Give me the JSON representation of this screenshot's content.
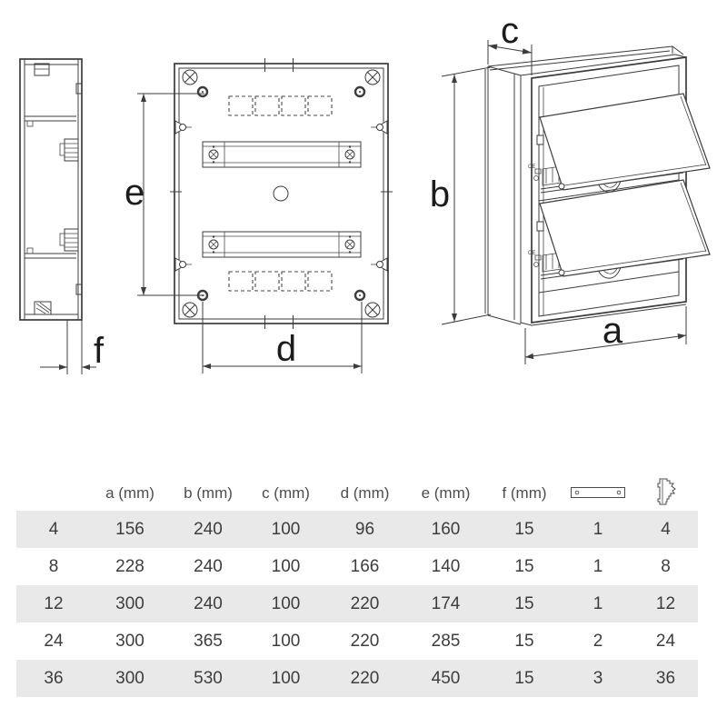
{
  "diagram": {
    "labels": {
      "a": "a",
      "b": "b",
      "c": "c",
      "d": "d",
      "e": "e",
      "f": "f"
    },
    "ce_mark": "CE"
  },
  "table": {
    "headers": {
      "a": "a (mm)",
      "b": "b (mm)",
      "c": "c (mm)",
      "d": "d (mm)",
      "e": "e (mm)",
      "f": "f (mm)"
    },
    "icon_columns": {
      "rails": "din-rail-icon",
      "modules": "module-icon"
    },
    "rows": [
      {
        "label": "4",
        "a": "156",
        "b": "240",
        "c": "100",
        "d": "96",
        "e": "160",
        "f": "15",
        "rails": "1",
        "modules": "4"
      },
      {
        "label": "8",
        "a": "228",
        "b": "240",
        "c": "100",
        "d": "166",
        "e": "140",
        "f": "15",
        "rails": "1",
        "modules": "8"
      },
      {
        "label": "12",
        "a": "300",
        "b": "240",
        "c": "100",
        "d": "220",
        "e": "174",
        "f": "15",
        "rails": "1",
        "modules": "12"
      },
      {
        "label": "24",
        "a": "300",
        "b": "365",
        "c": "100",
        "d": "220",
        "e": "285",
        "f": "15",
        "rails": "2",
        "modules": "24"
      },
      {
        "label": "36",
        "a": "300",
        "b": "530",
        "c": "100",
        "d": "220",
        "e": "450",
        "f": "15",
        "rails": "3",
        "modules": "36"
      }
    ]
  },
  "colors": {
    "row_alt": "#e9e9e9",
    "line": "#3c3c3c",
    "text": "#3d3d3d"
  }
}
